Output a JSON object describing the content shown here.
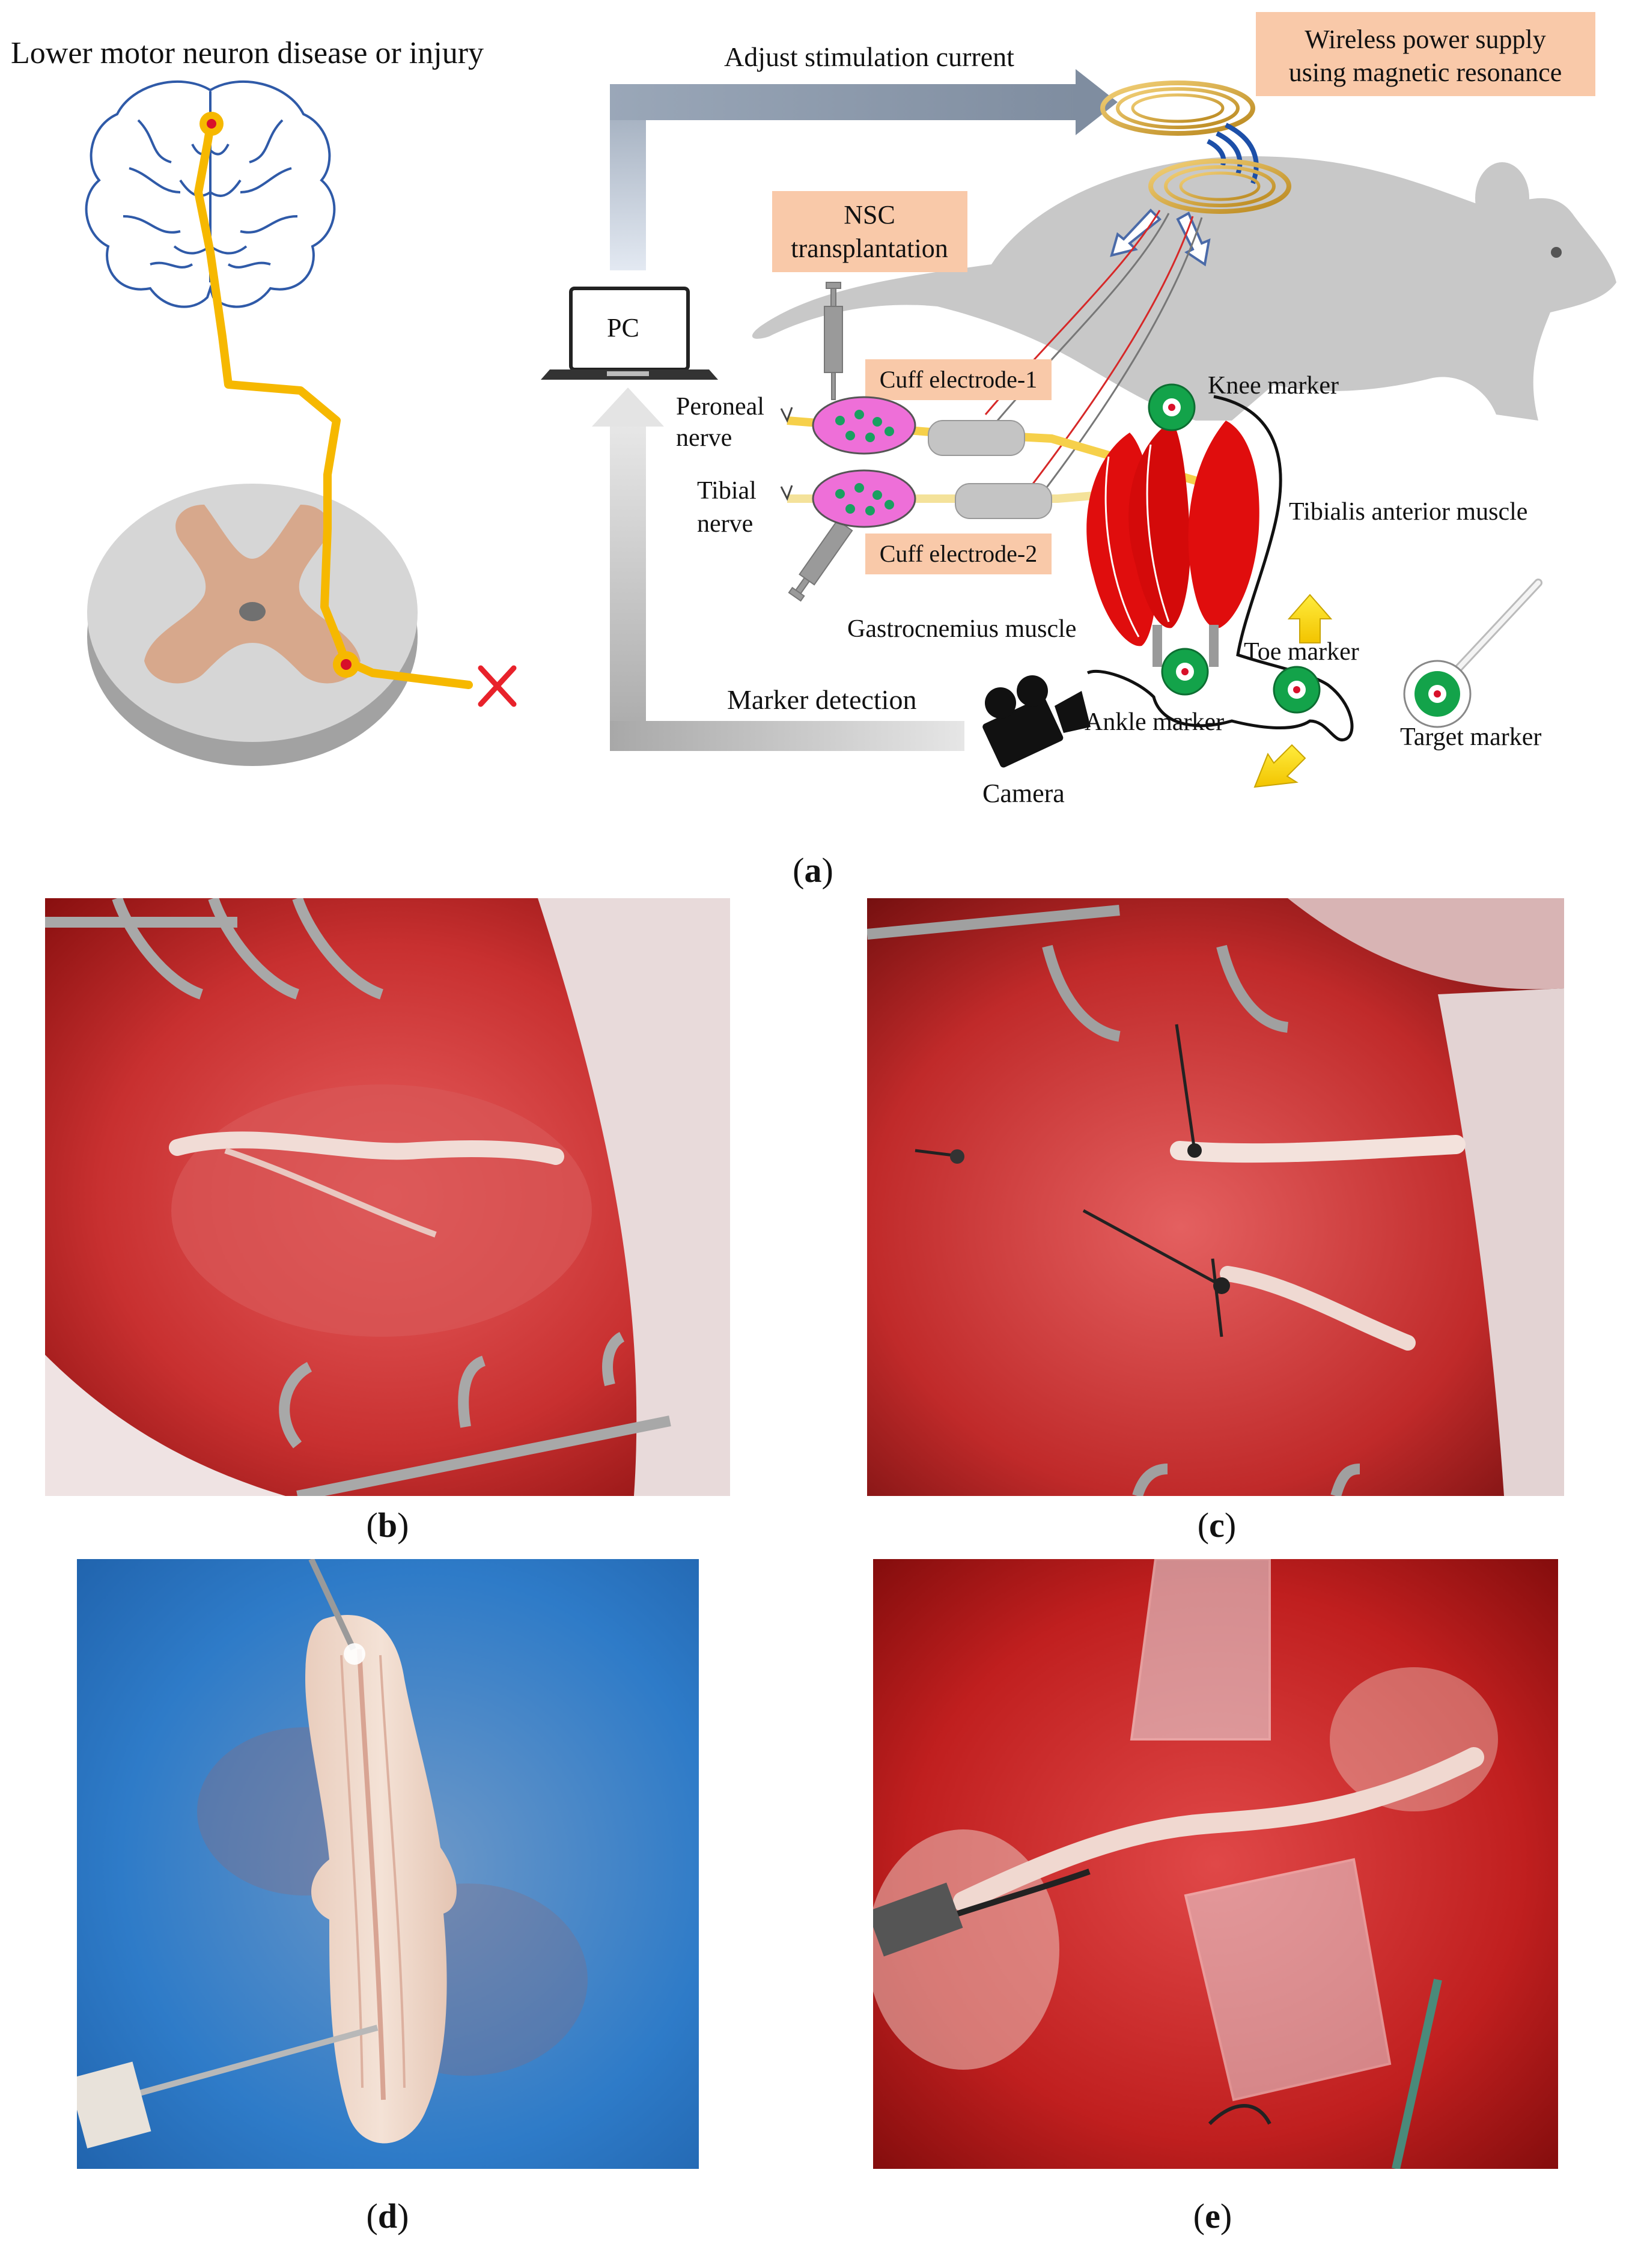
{
  "panel_a": {
    "title_left": "Lower motor neuron disease or injury",
    "adjust_current": "Adjust stimulation current",
    "wireless_line1": "Wireless power supply",
    "wireless_line2": "using magnetic resonance",
    "nsc_line1": "NSC",
    "nsc_line2": "transplantation",
    "pc": "PC",
    "cuff1": "Cuff electrode-1",
    "cuff2": "Cuff electrode-2",
    "peroneal_line1": "Peroneal",
    "peroneal_line2": "nerve",
    "tibial_line1": "Tibial",
    "tibial_line2": "nerve",
    "knee_marker": "Knee marker",
    "tibialis": "Tibialis anterior muscle",
    "gastrocnemius": "Gastrocnemius muscle",
    "toe_marker": "Toe marker",
    "ankle_marker": "Ankle marker",
    "target_marker": "Target marker",
    "marker_detection": "Marker detection",
    "camera": "Camera"
  },
  "captions": {
    "a": "a",
    "b": "b",
    "c": "c",
    "d": "d",
    "e": "e"
  },
  "colors": {
    "label_box": "#f9c9a9",
    "neuron_path": "#f6b800",
    "brain_outline": "#2f5aa8",
    "muscle": "#e00d0d",
    "marker_green": "#13a34a",
    "rat_grey": "#c8c8c8",
    "cross_red": "#e8222b"
  }
}
